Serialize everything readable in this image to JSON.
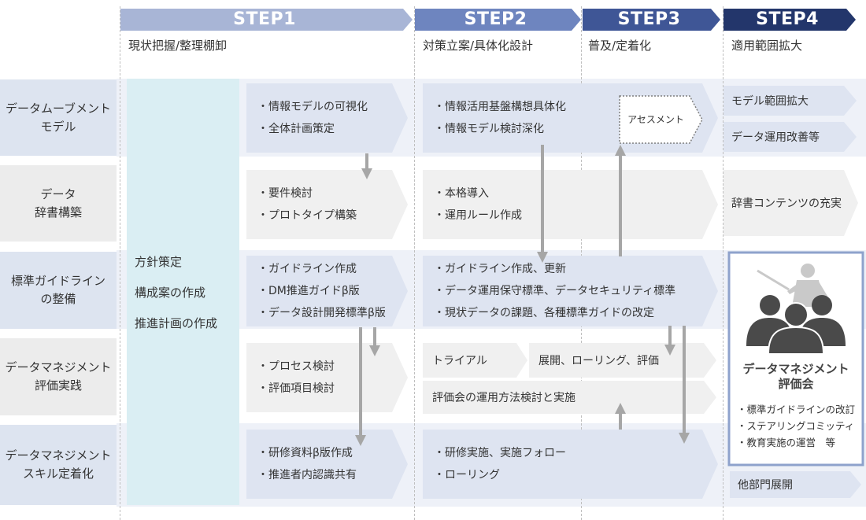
{
  "steps": [
    {
      "label": "STEP1",
      "subtitle": "現状把握/整理棚卸",
      "color": "#a8b5d6"
    },
    {
      "label": "STEP2",
      "subtitle": "対策立案/具体化設計",
      "color": "#6e85bf"
    },
    {
      "label": "STEP3",
      "subtitle": "普及/定着化",
      "color": "#3f5696"
    },
    {
      "label": "STEP4",
      "subtitle": "適用範囲拡大",
      "color": "#23366b"
    }
  ],
  "rows": [
    "データムーブメント\nモデル",
    "データ\n辞書構築",
    "標準ガイドライン\nの整備",
    "データマネジメント\n評価実践",
    "データマネジメント\nスキル定着化"
  ],
  "policy": [
    "方針策定",
    "構成案の作成",
    "推進計画の作成"
  ],
  "step1_boxes": [
    [
      "・情報モデルの可視化",
      "・全体計画策定"
    ],
    [
      "・要件検討",
      "・プロトタイプ構築"
    ],
    [
      "・ガイドライン作成",
      "・DM推進ガイドβ版",
      "・データ設計開発標準β版"
    ],
    [
      "・プロセス検討",
      "・評価項目検討"
    ],
    [
      "・研修資料β版作成",
      "・推進者内認識共有"
    ]
  ],
  "step23": {
    "row1": [
      "・情報活用基盤構想具体化",
      "・情報モデル検討深化"
    ],
    "assessment": "アセスメント",
    "row2": [
      "・本格導入",
      "・運用ルール作成"
    ],
    "row3": [
      "・ガイドライン作成、更新",
      "・データ運用保守標準、データセキュリティ標準",
      "・現状データの課題、各種標準ガイドの改定"
    ],
    "trial": "トライアル",
    "deploy": "展開、ローリング、評価",
    "eval_method": "評価会の運用方法検討と実施",
    "row5": [
      "・研修実施、実施フォロー",
      "・ローリング"
    ]
  },
  "step4": {
    "model_expand": "モデル範囲拡大",
    "data_improve": "データ運用改善等",
    "dict_enrich": "辞書コンテンツの充実",
    "council_title": "データマネジメント\n評価会",
    "council_items": [
      "・標準ガイドラインの改訂",
      "・ステアリングコミッティ",
      "・教育実施の運営　等"
    ],
    "dept_expand": "他部門展開"
  },
  "colors": {
    "row_label_blue": "#dde4f0",
    "row_label_gray": "#ececec",
    "row_band_blue": "#eef1f8",
    "box_blue": "#dee4f1",
    "box_gray": "#f0f0f0",
    "policy_bg": "#daeef3",
    "arrow": "#a6a6a6",
    "council_border": "#8ea2cc"
  }
}
